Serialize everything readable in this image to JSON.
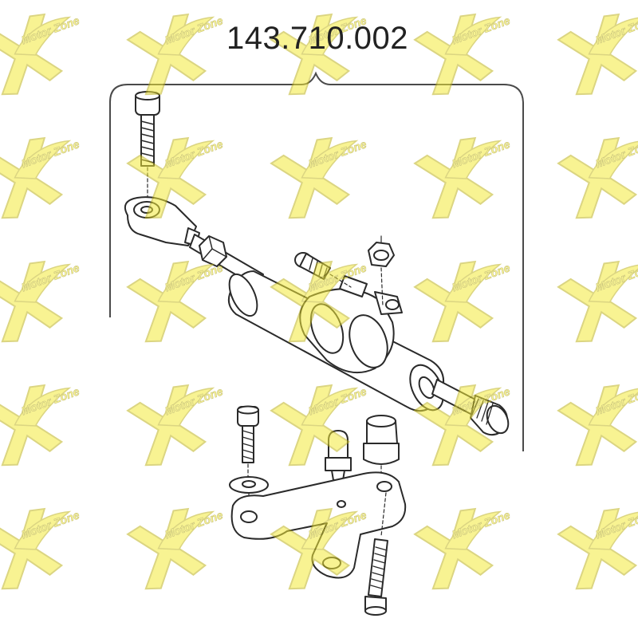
{
  "diagram": {
    "part_number": "143.710.002",
    "watermark_text": "Motor Zone",
    "colors": {
      "line": "#2a2a2a",
      "fill": "#ffffff",
      "bracket": "#4a4a4a",
      "watermark_fill": "#f3ea3a",
      "watermark_stroke": "#bdb21c"
    },
    "parts": [
      {
        "name": "rod-end-bolt",
        "icon": "bolt-icon"
      },
      {
        "name": "rod-end-eye",
        "icon": "rod-end-icon"
      },
      {
        "name": "lock-nut",
        "icon": "nut-icon"
      },
      {
        "name": "damper-body",
        "icon": "cylinder-icon"
      },
      {
        "name": "clamp-screw",
        "icon": "screw-icon"
      },
      {
        "name": "clamp-nut",
        "icon": "nut-icon"
      },
      {
        "name": "adjuster-knob",
        "icon": "knob-icon"
      },
      {
        "name": "mount-bolt",
        "icon": "bolt-icon"
      },
      {
        "name": "washer",
        "icon": "washer-icon"
      },
      {
        "name": "pin",
        "icon": "pin-icon"
      },
      {
        "name": "rubber-bush",
        "icon": "bush-icon"
      },
      {
        "name": "mount-bracket",
        "icon": "bracket-icon"
      },
      {
        "name": "long-bolt",
        "icon": "bolt-icon"
      }
    ]
  }
}
